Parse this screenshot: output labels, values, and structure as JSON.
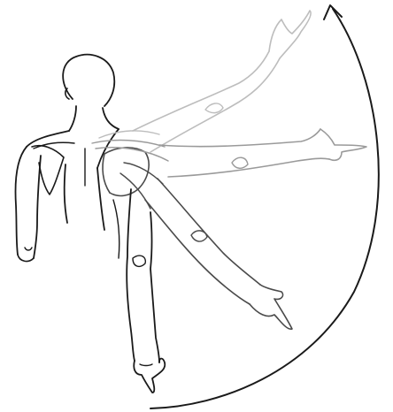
{
  "figure": {
    "colors": {
      "background": "#ffffff",
      "ink": "#1a1a1a",
      "arm_raised_high": "#bdbdbd",
      "arm_horizontal": "#9a9a9a",
      "arm_diagonal": "#4a4a4a",
      "arm_hanging": "#1a1a1a",
      "arc_arrow": "#1a1a1a"
    },
    "arm_positions": [
      "raised-high",
      "horizontal",
      "diagonal",
      "hanging"
    ],
    "icons": {
      "arc": "curved-arrow-icon"
    }
  }
}
